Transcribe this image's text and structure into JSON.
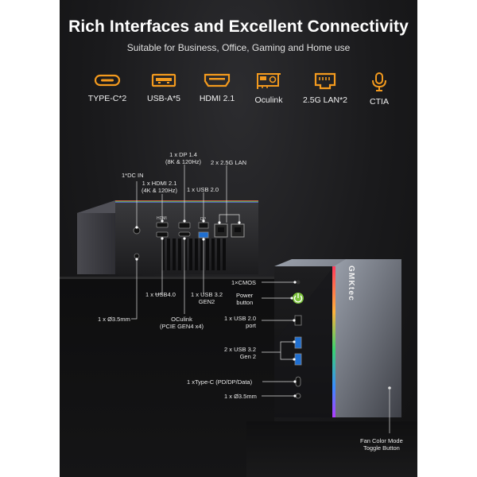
{
  "header": {
    "title": "Rich Interfaces and Excellent Connectivity",
    "subtitle": "Suitable for Business, Office, Gaming and Home use"
  },
  "features": [
    {
      "icon": "usb-c-icon",
      "label": "TYPE-C*2"
    },
    {
      "icon": "usb-a-icon",
      "label": "USB-A*5"
    },
    {
      "icon": "hdmi-icon",
      "label": "HDMI 2.1"
    },
    {
      "icon": "oculink-icon",
      "label": "Oculink"
    },
    {
      "icon": "lan-icon",
      "label": "2.5G LAN*2"
    },
    {
      "icon": "microphone-icon",
      "label": "CTIA"
    }
  ],
  "back_ports": {
    "dc_in": "1*DC IN",
    "hdmi": "1 x HDMI 2.1\n(4K & 120Hz)",
    "dp": "1 x DP 1.4\n(8K & 120Hz)",
    "usb2": "1 x USB 2.0",
    "lan": "2 x 2.5G LAN",
    "usb4": "1 x USB4.0",
    "usb32": "1 x USB 3.2\nGEN2",
    "audio": "1 x Ø3.5mm",
    "oculink": "OCulink\n(PCIE GEN4 x4)"
  },
  "front_ports": {
    "cmos": "1×CMOS",
    "power": "Power\nbutton",
    "usb2": "1 x USB 2.0\nport",
    "usb32": "2 x USB 3.2\nGen 2",
    "typec": "1 xType-C (PD/DP/Data)",
    "audio": "1 x Ø3.5mm",
    "fan": "Fan Color Mode\nToggle Button"
  },
  "branding": {
    "logo": "GMKtec",
    "hdmi_mark": "HDMI",
    "dp_mark": "DP"
  },
  "colors": {
    "accent": "#f39a1e",
    "power_button": "#7bc23a",
    "background": "#1a1a1c"
  }
}
